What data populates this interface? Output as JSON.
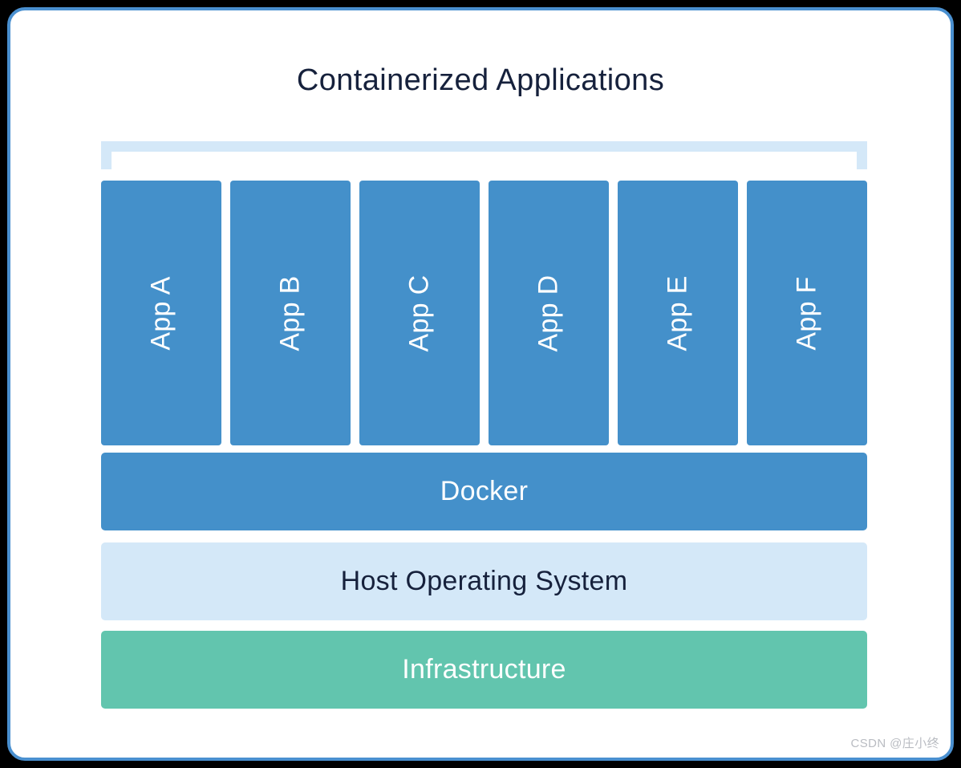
{
  "diagram": {
    "title": "Containerized Applications",
    "type": "layered-architecture-stack",
    "apps": [
      {
        "label": "App A"
      },
      {
        "label": "App B"
      },
      {
        "label": "App C"
      },
      {
        "label": "App D"
      },
      {
        "label": "App E"
      },
      {
        "label": "App F"
      }
    ],
    "layers": [
      {
        "label": "Docker"
      },
      {
        "label": "Host Operating System"
      },
      {
        "label": "Infrastructure"
      }
    ]
  },
  "watermark": {
    "text": "CSDN @庄小终"
  },
  "colors": {
    "frame_border": "#4a90d0",
    "page_background": "#000000",
    "canvas": "#ffffff",
    "app_box": "#4490ca",
    "bracket": "#d4e8f8",
    "docker": "#4490ca",
    "host_os": "#d4e8f8",
    "infrastructure": "#62c5ae",
    "title_text": "#16213c",
    "light_text": "#ffffff",
    "watermark_text": "#b9bcc2"
  }
}
